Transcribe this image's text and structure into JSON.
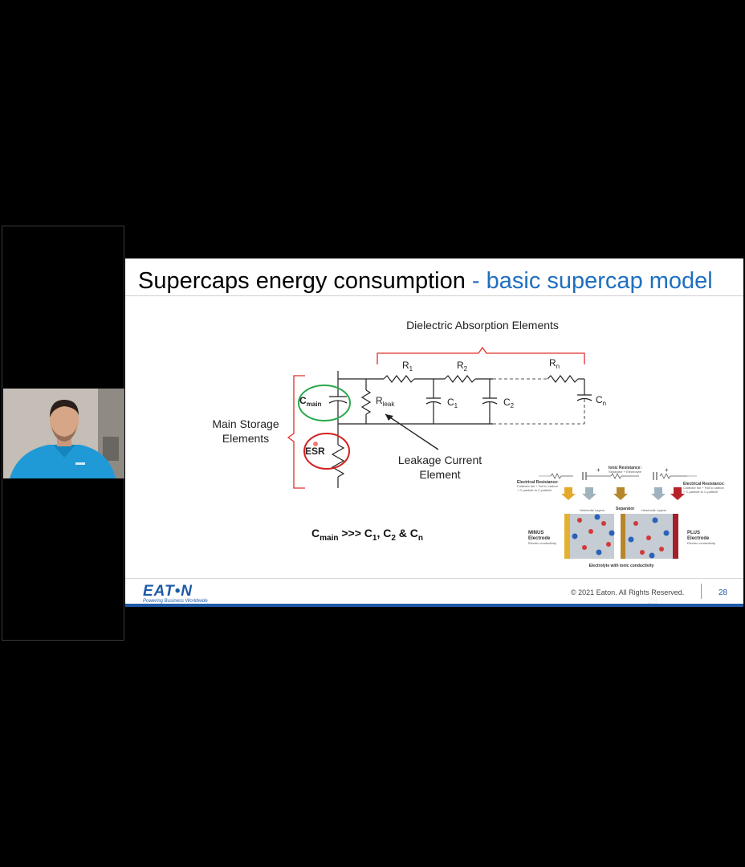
{
  "slide": {
    "title_main": "Supercaps energy consumption",
    "title_accent": "- basic supercap model",
    "dielectric_label": "Dielectric Absorption Elements",
    "main_storage_line1": "Main Storage",
    "main_storage_line2": "Elements",
    "leakage_line1": "Leakage Current",
    "leakage_line2": "Element",
    "esr_label": "ESR",
    "r_letter": "R",
    "c_letter": "C",
    "r1_sub": "1",
    "r2_sub": "2",
    "rn_sub": "n",
    "c1_sub": "1",
    "c2_sub": "2",
    "cn_sub": "n",
    "cmain_sub": "main",
    "rleak_sub": "leak",
    "formula": {
      "c_main": "C",
      "main_sub": "main",
      "op": " >>> C",
      "sub1": "1",
      "comma": ", C",
      "sub2": "2",
      "amp": " & C",
      "subn": "n"
    },
    "illustration": {
      "elec_res_left_title": "Electrical Resistance:",
      "elec_res_left_l1": "Collector foil + Foil to carbon",
      "elec_res_left_l2": "+ C-particle to C-particle",
      "ionic_title": "Ionic Resistance:",
      "ionic_sub": "Separator + Electrolyte",
      "elec_res_right_title": "Electrical Resistance:",
      "elec_res_right_l1": "Collector foil + Foil to carbon",
      "elec_res_right_l2": "+ C-particle to C-particle",
      "helmholtz_left": "Helmholtz Layers",
      "separator": "Separator",
      "helmholtz_right": "Helmholtz Layers",
      "minus_l1": "MINUS",
      "minus_l2": "Electrode",
      "minus_l3": "Electric conductivity",
      "plus_l1": "PLUS",
      "plus_l2": "Electrode",
      "plus_l3": "Electric conductivity",
      "electrolyte": "Electrolyte with ionic conductivity",
      "plus_sign": "+"
    },
    "logo_text": "EAT•N",
    "tagline": "Powering Business Worldwide",
    "copyright": "© 2021 Eaton. All Rights Reserved.",
    "page_number": "28",
    "ghost_number": "28"
  },
  "colors": {
    "accent": "#1f6fbf",
    "eaton_blue": "#1e5aa8",
    "bracket_red": "#e0302a",
    "ring_green": "#2aa84a",
    "ring_red": "#d42020"
  }
}
